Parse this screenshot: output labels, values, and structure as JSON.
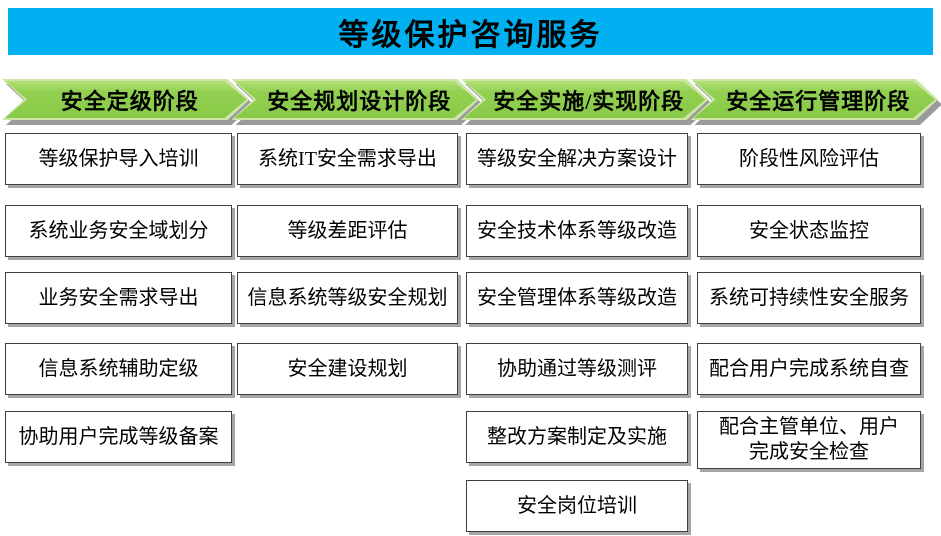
{
  "title": "等级保护咨询服务",
  "colors": {
    "banner_bg": "#00b0f0",
    "text": "#000000",
    "arrow_fill": "#92d050",
    "arrow_edge": "#cde6a6",
    "arrow_shadow": "#9b9b9b",
    "box_bg": "#ffffff",
    "box_border": "#3f3f3f",
    "box_shadow": "#a6a6a6"
  },
  "phases": [
    {
      "label": "安全定级阶段",
      "items": [
        [
          "等级保护导入培训"
        ],
        [
          "系统业务安全域划分"
        ],
        [
          "业务安全需求导出"
        ],
        [
          "信息系统辅助定级"
        ],
        [
          "协助用户完成等级备案"
        ]
      ]
    },
    {
      "label": "安全规划设计阶段",
      "items": [
        [
          "系统IT安全需求导出"
        ],
        [
          "等级差距评估"
        ],
        [
          "信息系统等级安全规划"
        ],
        [
          "安全建设规划"
        ]
      ]
    },
    {
      "label": "安全实施/实现阶段",
      "items": [
        [
          "等级安全解决方案设计"
        ],
        [
          "安全技术体系等级改造"
        ],
        [
          "安全管理体系等级改造"
        ],
        [
          "协助通过等级测评"
        ],
        [
          "整改方案制定及实施"
        ],
        [
          "安全岗位培训"
        ]
      ]
    },
    {
      "label": "安全运行管理阶段",
      "items": [
        [
          "阶段性风险评估"
        ],
        [
          "安全状态监控"
        ],
        [
          "系统可持续性安全服务"
        ],
        [
          "配合用户完成系统自查"
        ],
        [
          "配合主管单位、用户",
          "完成安全检查"
        ]
      ]
    }
  ]
}
